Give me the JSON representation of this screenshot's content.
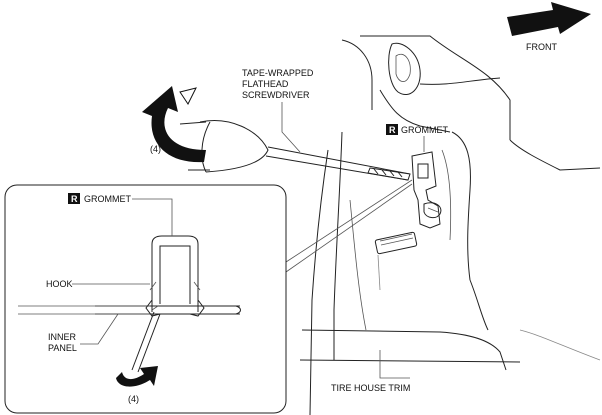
{
  "labels": {
    "front": "FRONT",
    "screwdriver_line1": "TAPE-WRAPPED",
    "screwdriver_line2": "FLATHEAD",
    "screwdriver_line3": "SCREWDRIVER",
    "step_top": "(4)",
    "step_bottom": "(4)",
    "grommet_main": "GROMMET",
    "grommet_detail": "GROMMET",
    "replace_badge": "R",
    "hook": "HOOK",
    "inner_panel_line1": "INNER",
    "inner_panel_line2": "PANEL",
    "tire_house_trim": "TIRE HOUSE TRIM"
  },
  "icons": {
    "front_arrow": "arrow-right-icon",
    "rotate_arrow_top": "rotate-arrow-icon",
    "rotate_arrow_bottom": "rotate-arrow-icon"
  },
  "colors": {
    "line": "#222222",
    "badge_bg": "#111111",
    "badge_text": "#ffffff"
  }
}
